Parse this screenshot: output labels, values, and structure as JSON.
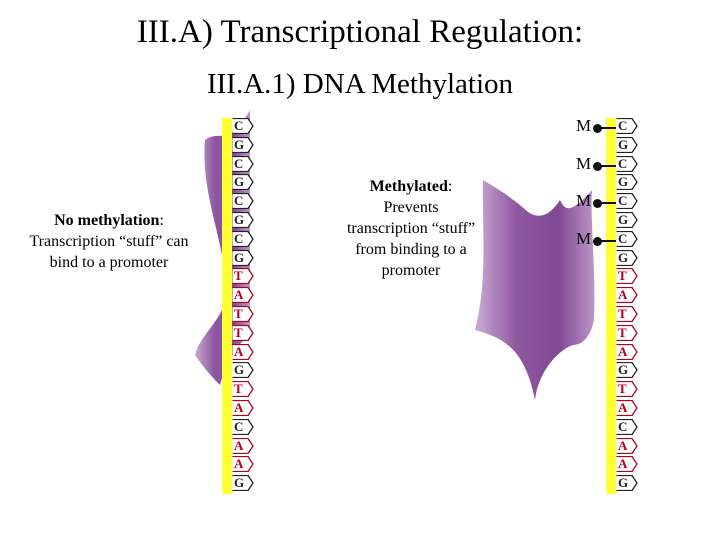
{
  "title": "III.A) Transcriptional Regulation:",
  "subtitle": "III.A.1) DNA Methylation",
  "left_caption": {
    "bold": "No methylation",
    "rest": ": Transcription “stuff” can bind to a promoter"
  },
  "right_caption": {
    "bold": "Methylated",
    "rest": ": Prevents transcription “stuff” from binding to a promoter"
  },
  "left_sequence": [
    "C",
    "G",
    "C",
    "G",
    "C",
    "G",
    "C",
    "G",
    "T",
    "A",
    "T",
    "T",
    "A",
    "G",
    "T",
    "A",
    "C",
    "A",
    "A",
    "G"
  ],
  "right_sequence": [
    "C",
    "G",
    "C",
    "G",
    "C",
    "G",
    "C",
    "G",
    "T",
    "A",
    "T",
    "T",
    "A",
    "G",
    "T",
    "A",
    "C",
    "A",
    "A",
    "G"
  ],
  "methyl_marks": [
    "M",
    "M",
    "M",
    "M"
  ],
  "colors": {
    "purple_shape": "#8f5aa0",
    "strand": "#ffff33",
    "base_black": "#222222",
    "base_red": "#b0001c"
  }
}
